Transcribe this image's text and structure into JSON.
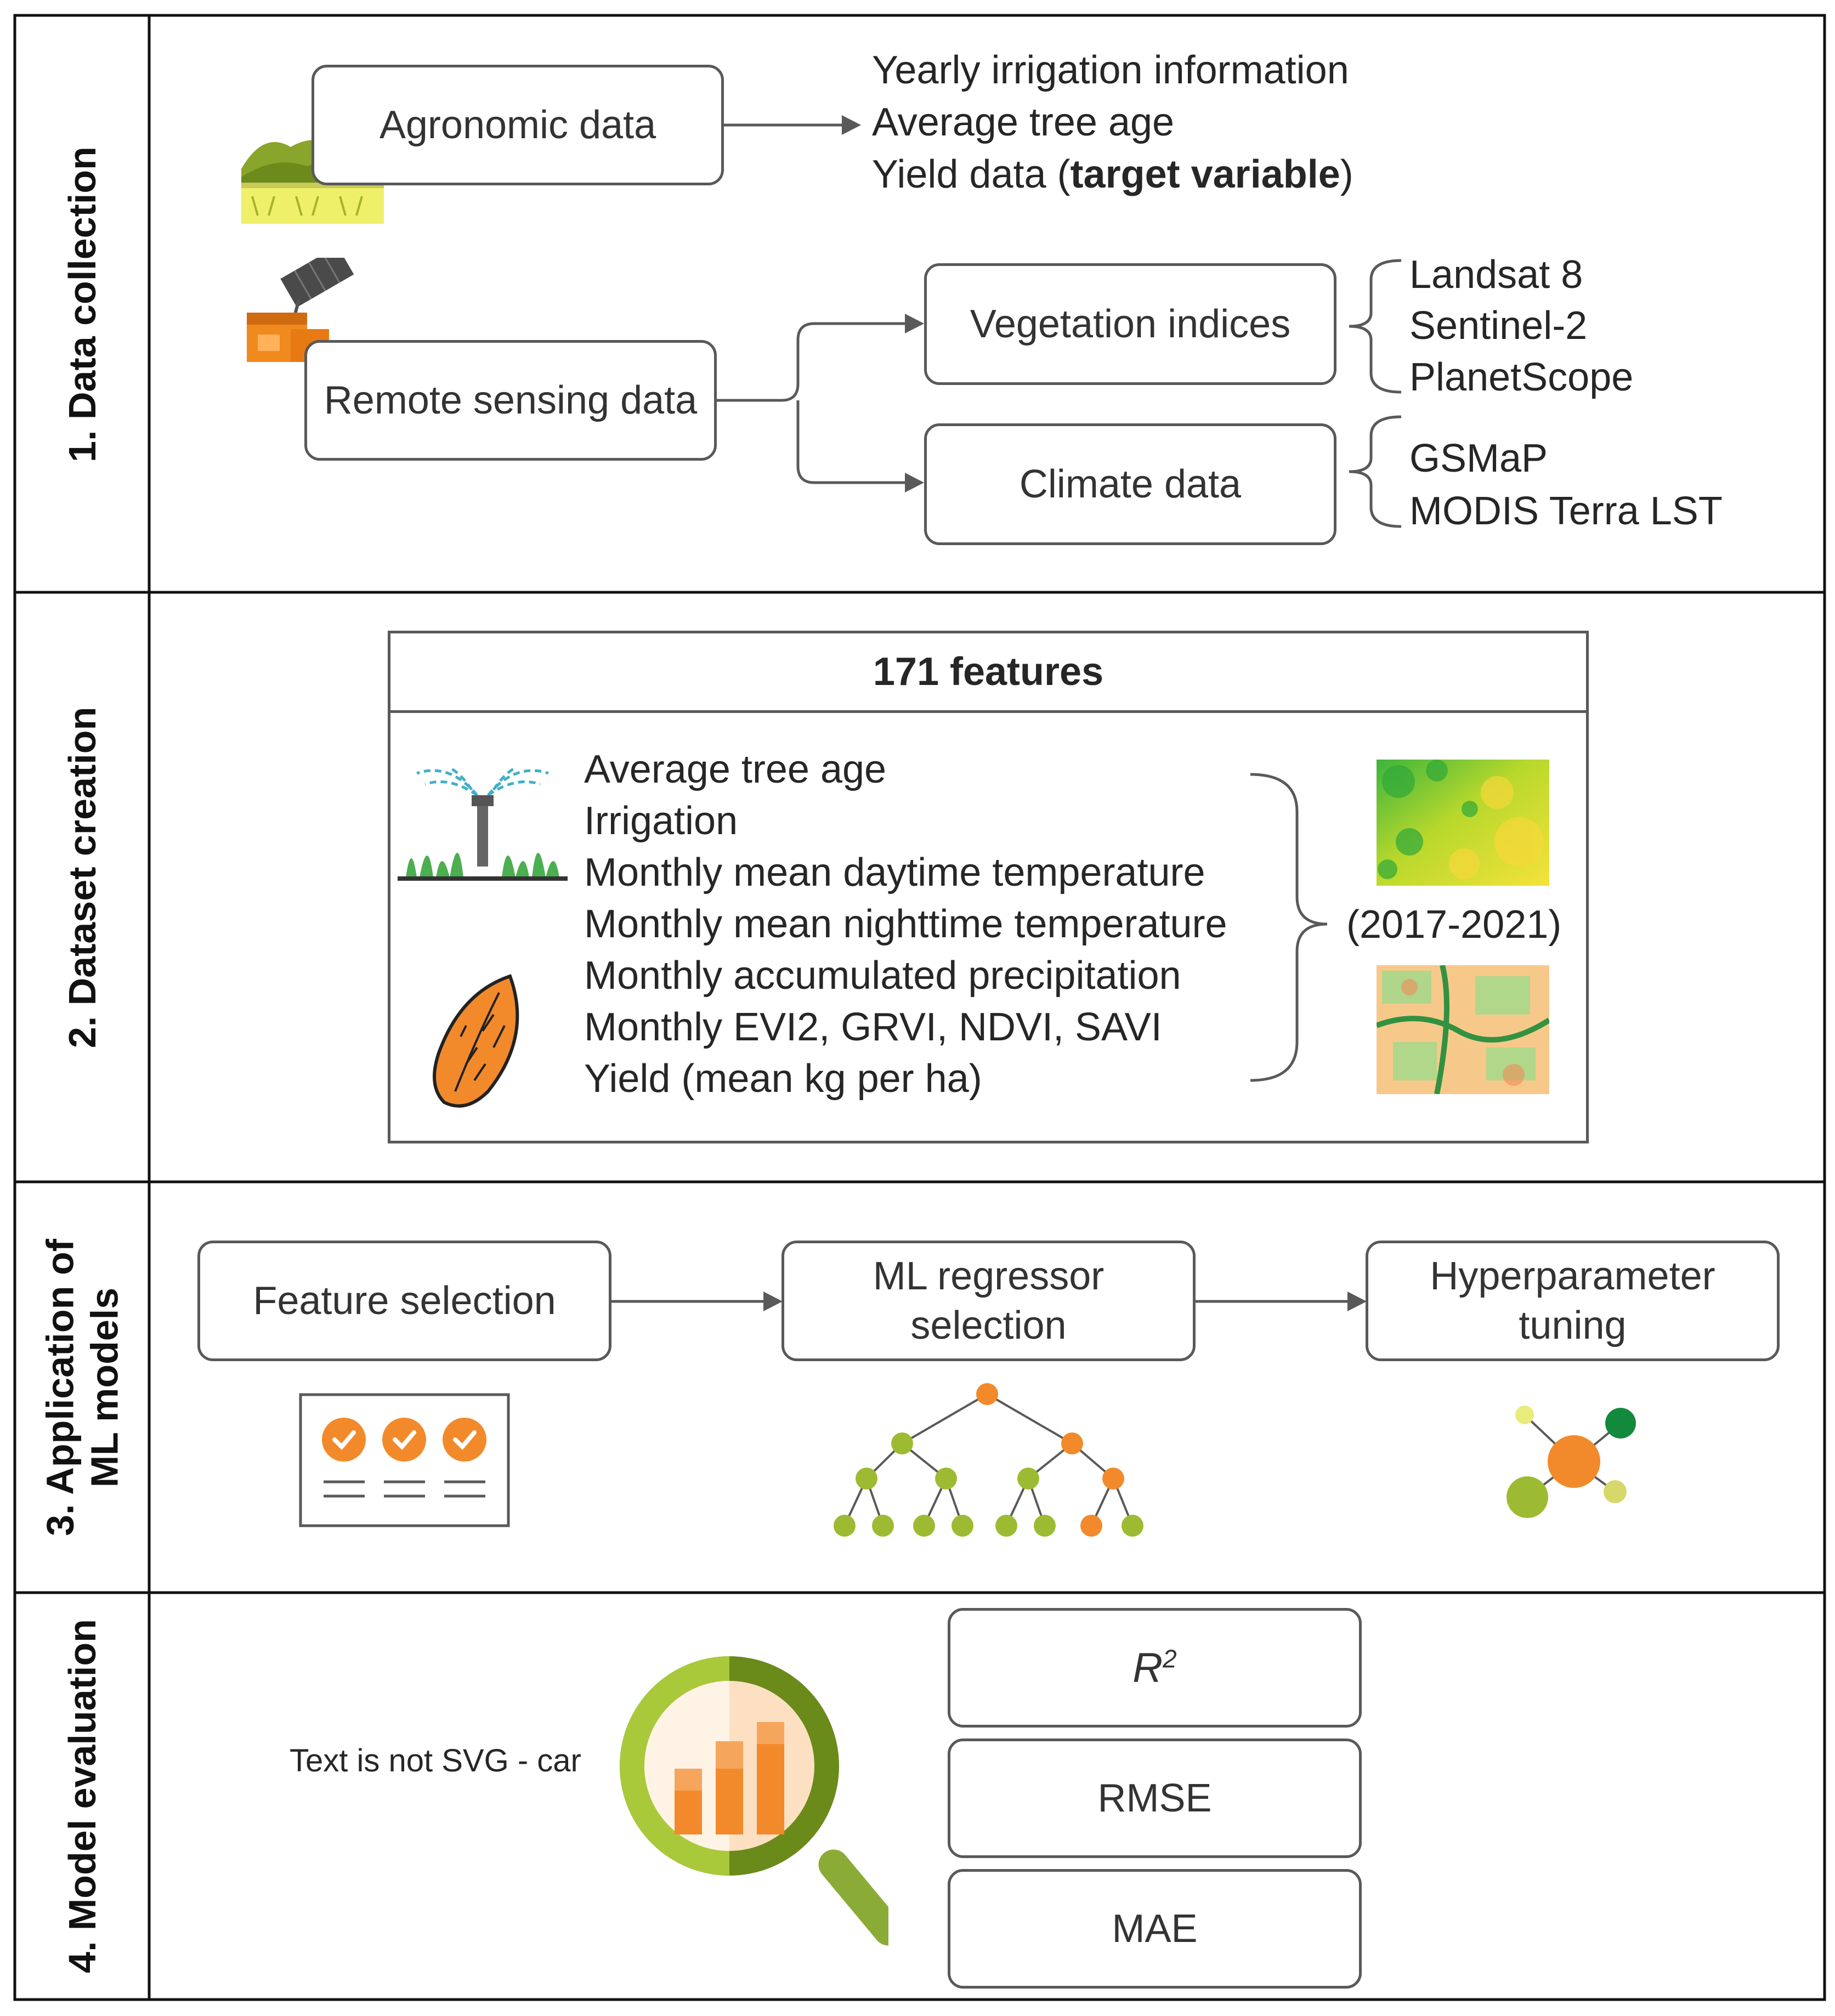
{
  "sections": {
    "s1": "1. Data collection",
    "s2": "2. Dataset creation",
    "s3_line1": "3. Application of",
    "s3_line2": "ML models",
    "s4": "4. Model evaluation"
  },
  "collection": {
    "agronomic_box": "Agronomic data",
    "agronomic_outputs": {
      "line1": "Yearly irrigation information",
      "line2": "Average tree age",
      "line3_prefix": "Yield data (",
      "line3_bold": "target variable",
      "line3_suffix": ")"
    },
    "remote_box": "Remote sensing data",
    "vegetation_box": "Vegetation indices",
    "climate_box": "Climate data",
    "vegetation_sources": [
      "Landsat 8",
      "Sentinel-2",
      "PlanetScope"
    ],
    "climate_sources": [
      "GSMaP",
      "MODIS Terra LST"
    ]
  },
  "dataset": {
    "header": "171 features",
    "features": [
      "Average tree age",
      "Irrigation",
      "Monthly mean daytime temperature",
      "Monthly mean nighttime temperature",
      "Monthly accumulated precipitation",
      "Monthly EVI2, GRVI, NDVI, SAVI",
      "Yield (mean kg per ha)"
    ],
    "years": "(2017-2021)"
  },
  "ml": {
    "feature_selection": "Feature selection",
    "regressor_line1": "ML regressor",
    "regressor_line2": "selection",
    "hyper_line1": "Hyperparameter",
    "hyper_line2": "tuning"
  },
  "evaluation": {
    "note": "Text is not SVG - car",
    "r2_base": "R",
    "r2_sup": "2",
    "rmse": "RMSE",
    "mae": "MAE"
  },
  "colors": {
    "orange": "#f28a2b",
    "green_light": "#9dbf3b",
    "green_dark": "#6a8a1a",
    "line": "#595959"
  }
}
